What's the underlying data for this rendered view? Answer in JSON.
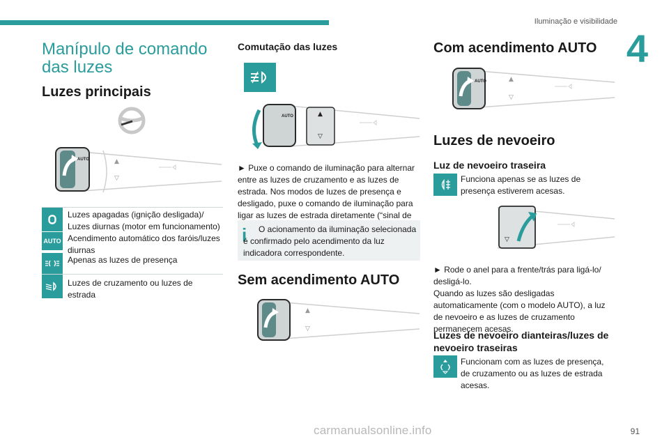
{
  "header": {
    "running_title": "Iluminação e visibilidade",
    "chapter_number": "4",
    "page_number": "91",
    "watermark": "carmanualsonline.info"
  },
  "col1": {
    "title": "Manípulo de comando das luzes",
    "subtitle": "Luzes principais",
    "items": [
      {
        "icon": "o-letter-icon",
        "text": "Luzes apagadas (ignição desligada)/ Luzes diurnas (motor em funcionamento)"
      },
      {
        "icon": "auto-text-icon",
        "icon_text": "AUTO",
        "text": "Acendimento automático dos faróis/luzes diurnas"
      },
      {
        "icon": "position-lights-icon",
        "text": "Apenas as luzes de presença"
      },
      {
        "icon": "low-high-beam-icon",
        "text": "Luzes de cruzamento ou luzes de estrada"
      }
    ]
  },
  "col2": {
    "title": "Comutação das luzes",
    "body": "► Puxe o comando de iluminação para alternar entre as luzes de cruzamento e as luzes de estrada. Nos modos de luzes de presença e desligado, puxe o comando de iluminação para ligar as luzes de estrada diretamente (“sinal de luzes”).",
    "note": "O acionamento da iluminação selecionada é confirmado pelo acendimento da luz indicadora correspondente.",
    "section2": "Sem acendimento AUTO"
  },
  "col3": {
    "title1": "Com acendimento AUTO",
    "title2": "Luzes de nevoeiro",
    "sub1": "Luz de nevoeiro traseira",
    "sub1_text": "Funciona apenas se as luzes de presença estiverem acesas.",
    "body": "► Rode o anel para a frente/trás para ligá-lo/ desligá-lo.\nQuando as luzes são desligadas automaticamente (com o modelo AUTO), a luz de nevoeiro e as luzes de cruzamento permanecem acesas.",
    "sub2": "Luzes de nevoeiro dianteiras/luzes de nevoeiro traseiras",
    "sub2_text": "Funcionam com as luzes de presença, de cruzamento ou as luzes de estrada acesas."
  },
  "stalk": {
    "label": "AUTO"
  }
}
